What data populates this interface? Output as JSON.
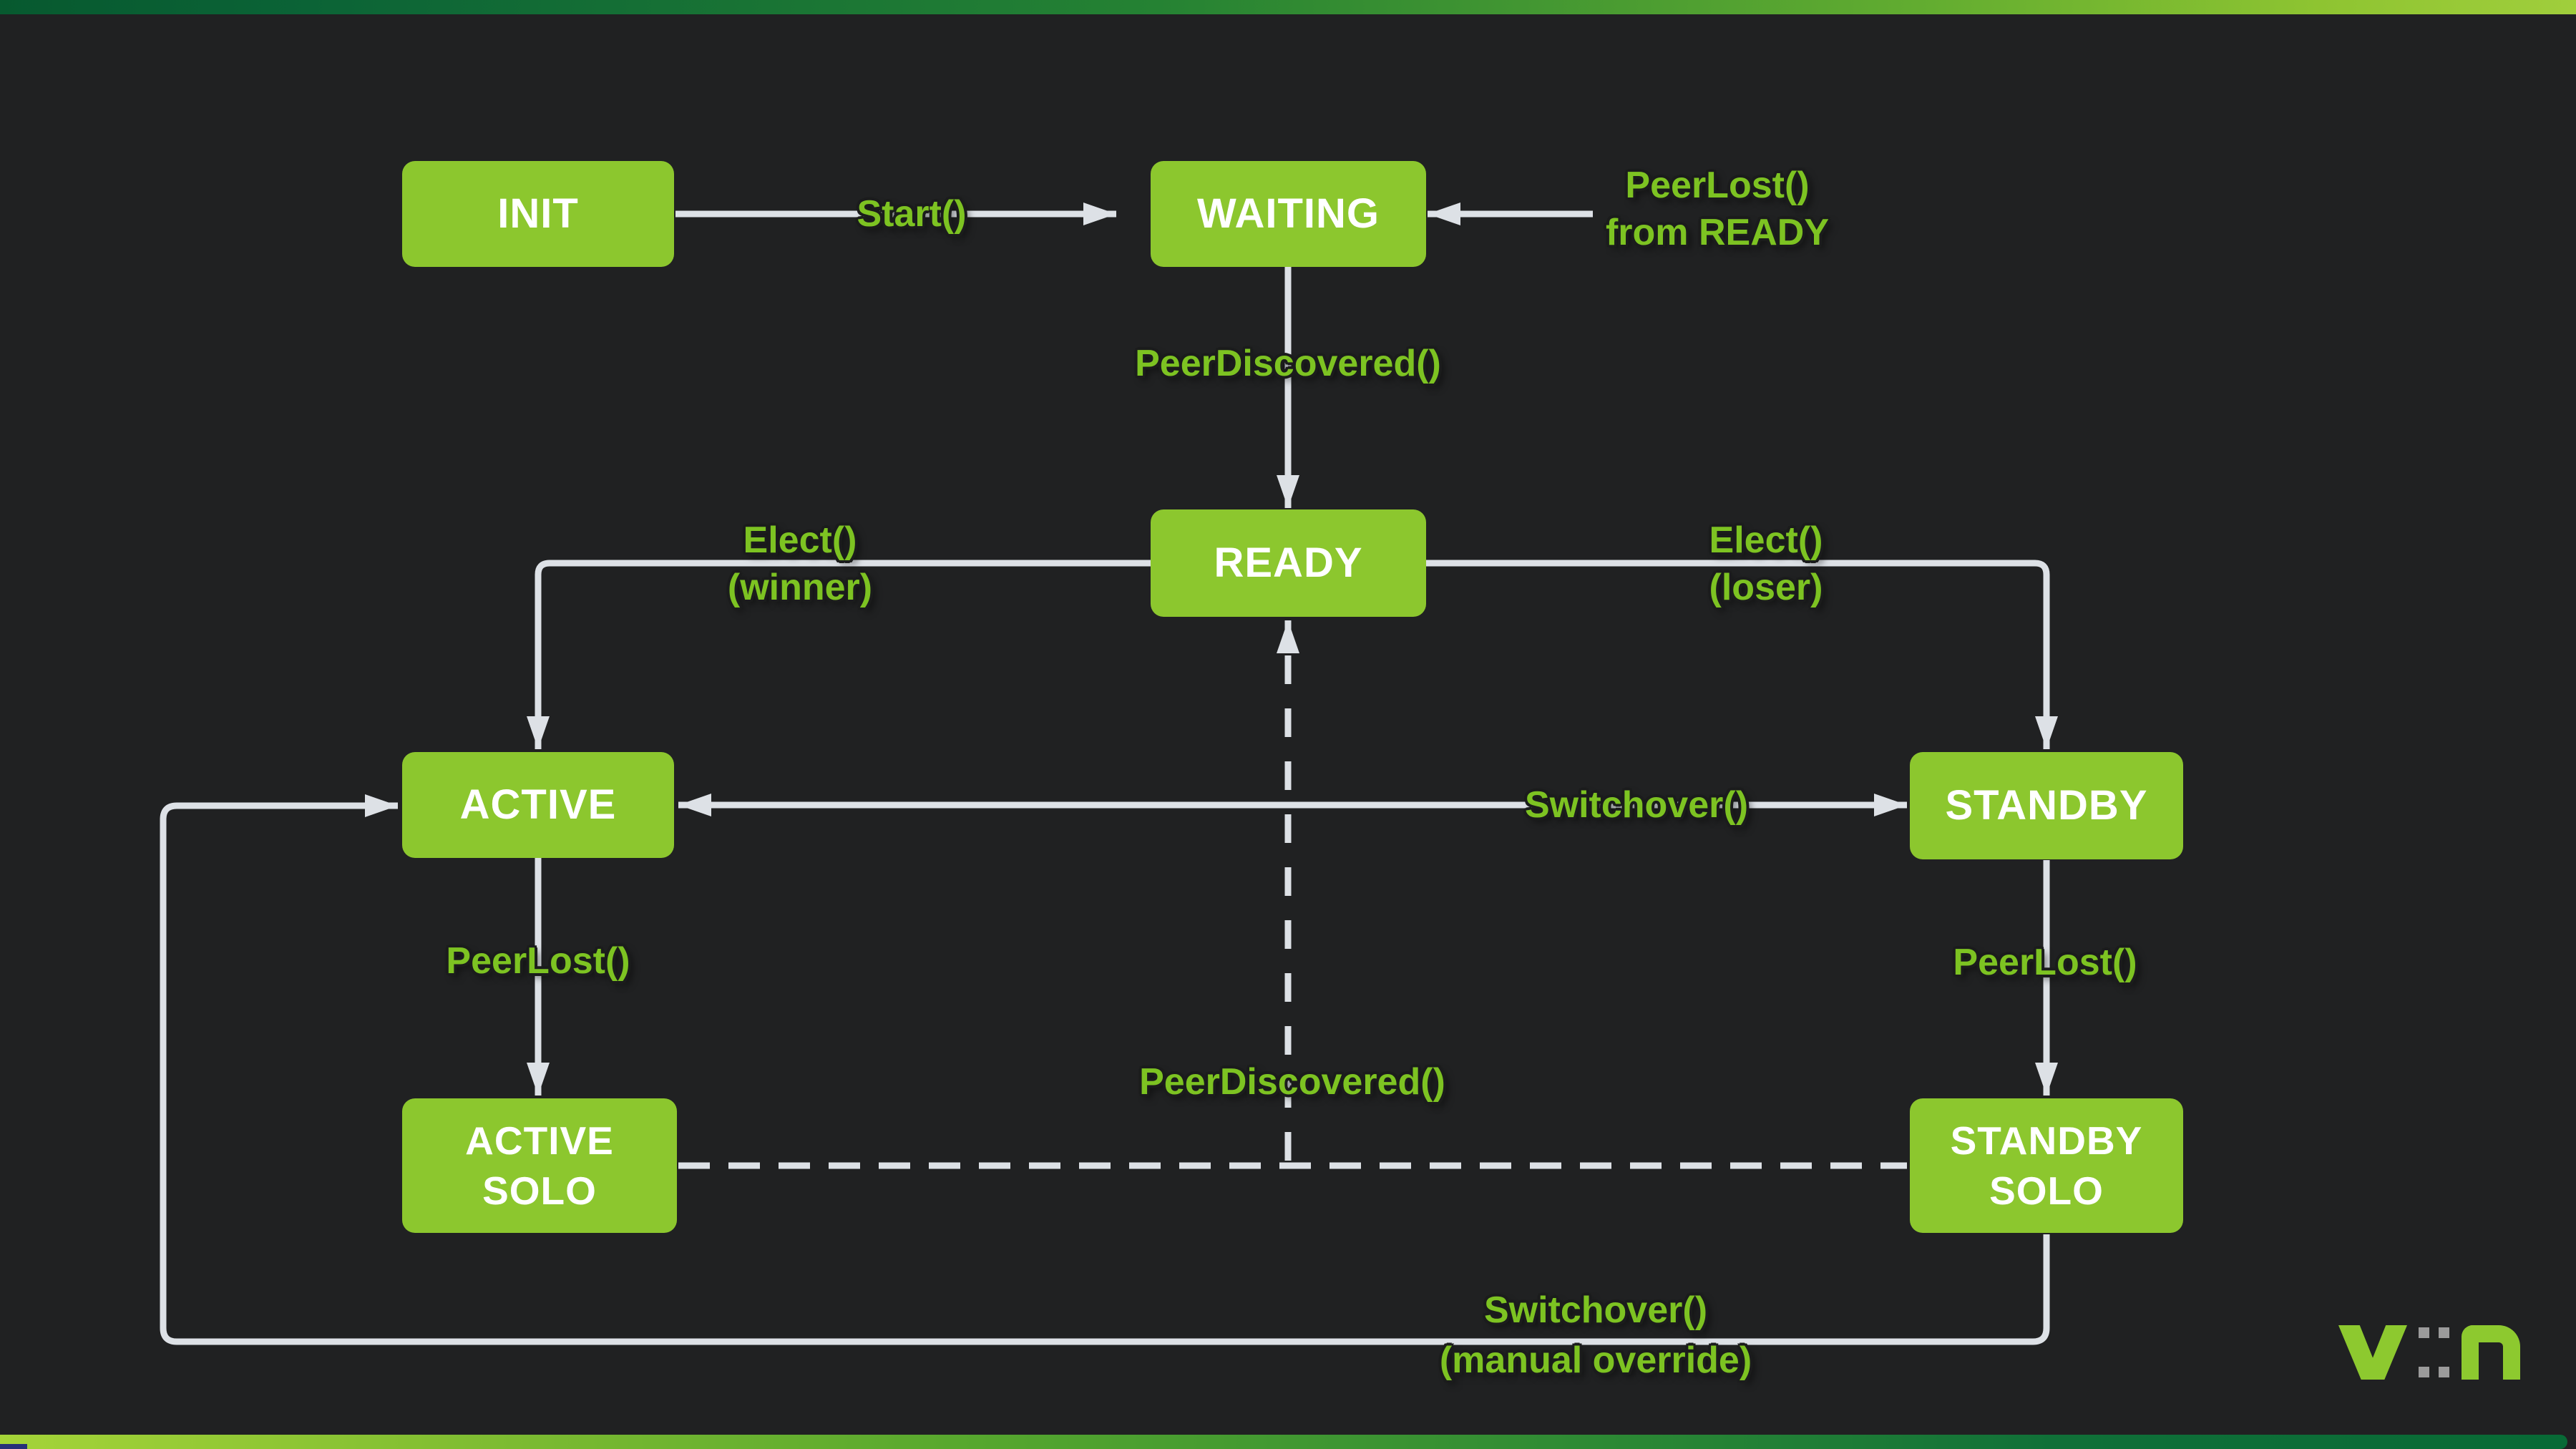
{
  "diagram": {
    "type": "state-machine",
    "states": {
      "init": {
        "l1": "INIT"
      },
      "waiting": {
        "l1": "WAITING"
      },
      "ready": {
        "l1": "READY"
      },
      "active": {
        "l1": "ACTIVE"
      },
      "standby": {
        "l1": "STANDBY"
      },
      "active_solo": {
        "l1": "ACTIVE",
        "l2": "SOLO"
      },
      "standby_solo": {
        "l1": "STANDBY",
        "l2": "SOLO"
      }
    },
    "labels": {
      "start": {
        "l1": "Start()"
      },
      "peerlost_from_ready": {
        "l1": "PeerLost()",
        "l2": "from READY"
      },
      "peerdiscovered_top": {
        "l1": "PeerDiscovered()"
      },
      "elect_winner": {
        "l1": "Elect()",
        "l2": "(winner)"
      },
      "elect_loser": {
        "l1": "Elect()",
        "l2": "(loser)"
      },
      "switchover": {
        "l1": "Switchover()"
      },
      "peerlost_left": {
        "l1": "PeerLost()"
      },
      "peerlost_right": {
        "l1": "PeerLost()"
      },
      "peerdiscovered_mid": {
        "l1": "PeerDiscovered()"
      },
      "switchover_manual": {
        "l1": "Switchover()",
        "l2": "(manual override)"
      }
    }
  },
  "colors": {
    "background": "#202122",
    "state_box_green": "#8cc72e",
    "label_green": "#7dc322",
    "arrow_gray": "#dde1e6",
    "state_text": "#ffffff",
    "topbar_gradient": [
      "#07592f",
      "#a0ce3c"
    ],
    "bottombar_gradient": [
      "#a5d438",
      "#086a36"
    ],
    "logo_green": "#8dc92f",
    "logo_gray": "#9b9b9b",
    "corner_blue": "#273079"
  },
  "logo": {
    "text": "v::n"
  }
}
